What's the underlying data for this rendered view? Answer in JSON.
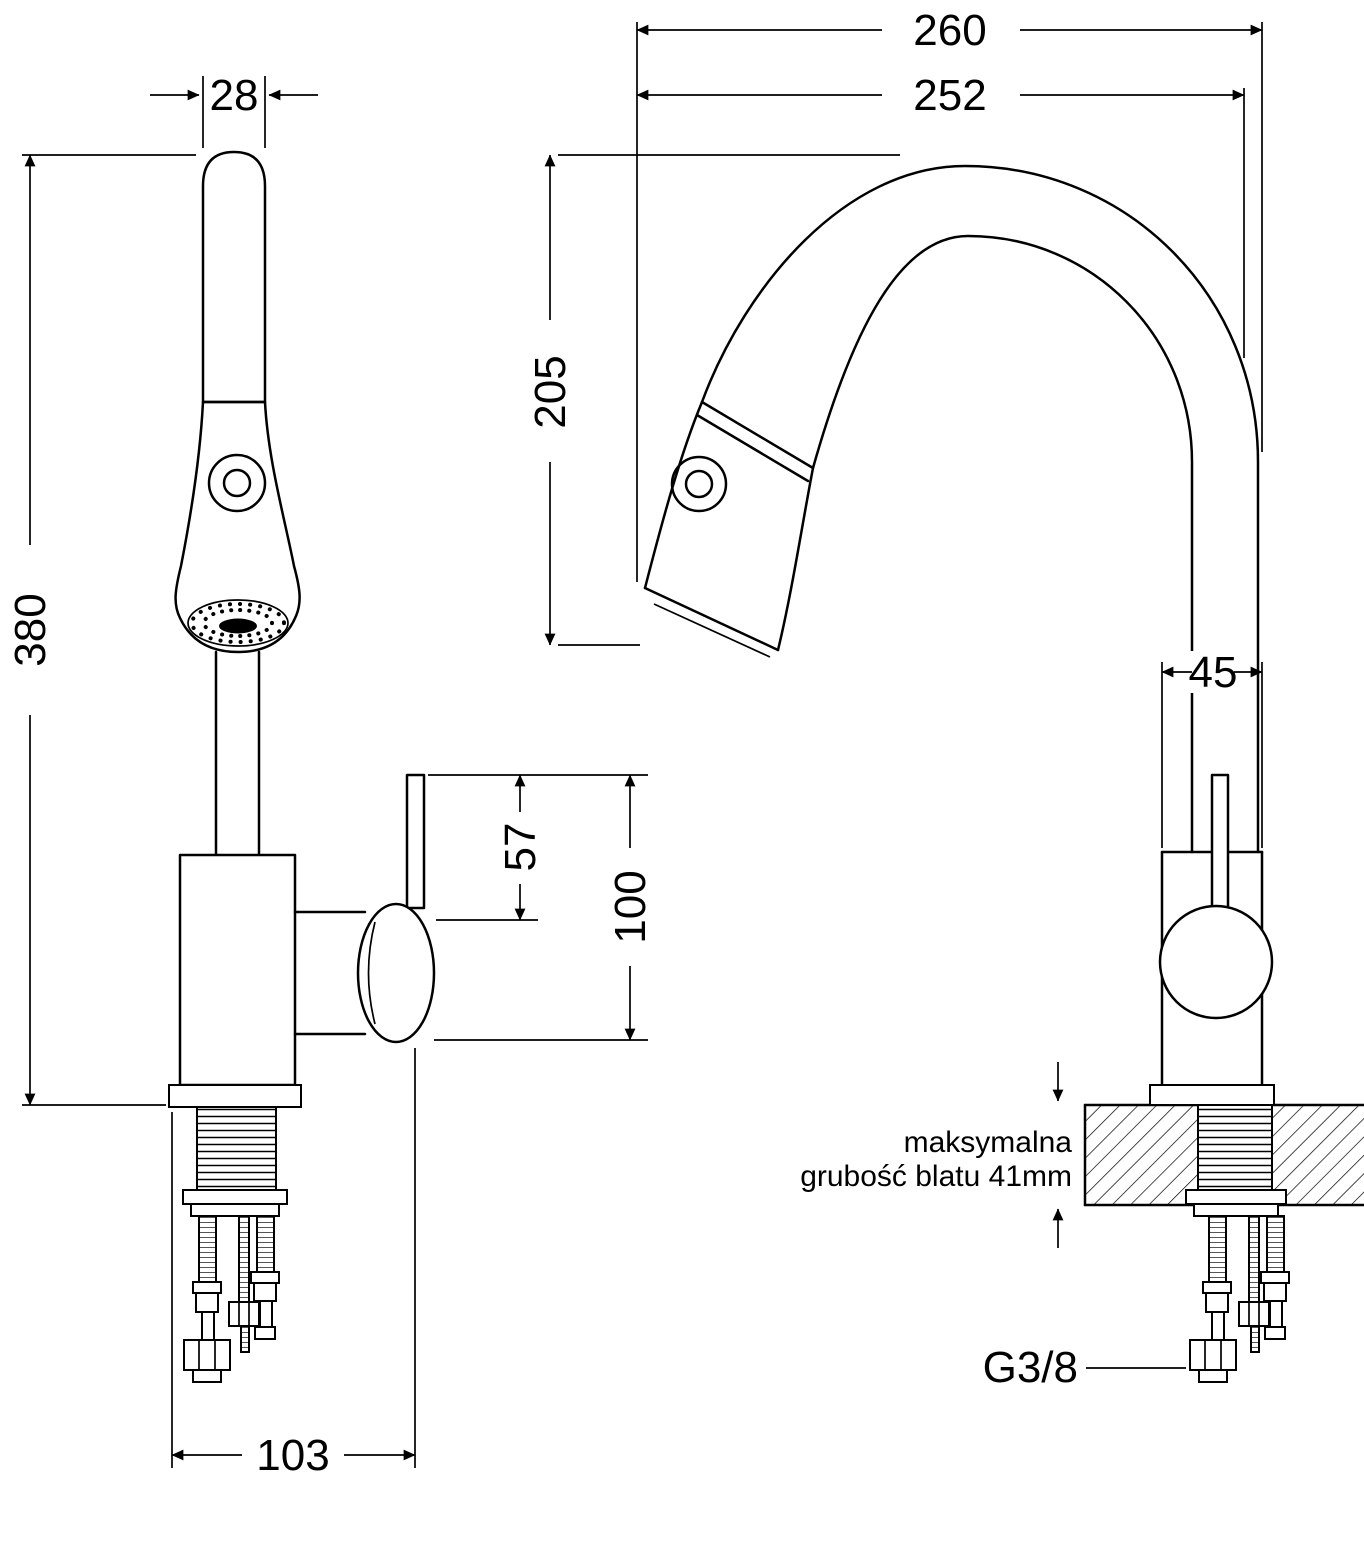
{
  "page": {
    "background": "#ffffff",
    "line_color": "#000000"
  },
  "front_view": {
    "dim_spout_width": "28",
    "dim_total_height": "380",
    "dim_lever_height": "57",
    "dim_handle_height": "100",
    "dim_base_depth": "103"
  },
  "side_view": {
    "dim_spout_reach_outer": "260",
    "dim_spout_reach_inner": "252",
    "dim_spout_clearance": "205",
    "dim_body_width": "45",
    "countertop_note_line1": "maksymalna",
    "countertop_note_line2": "grubość blatu 41mm",
    "dim_thread": "G3/8"
  }
}
